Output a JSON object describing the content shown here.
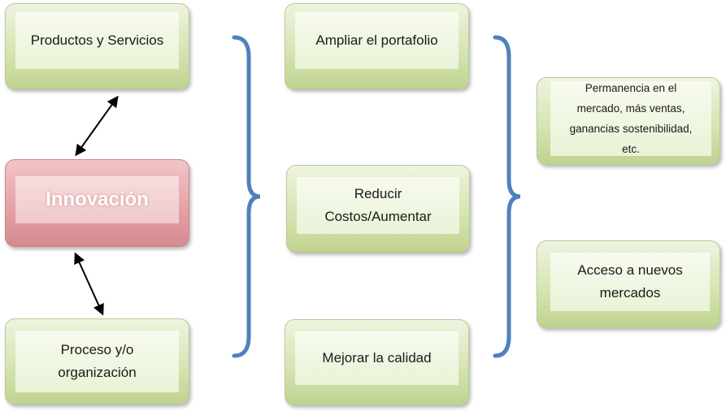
{
  "left_column": {
    "top": "Productos y Servicios",
    "center": "Innovación",
    "bottom_line1": "Proceso y/o",
    "bottom_line2": "organización"
  },
  "middle_column": {
    "item1": "Ampliar el portafolio",
    "item2_line1": "Reducir",
    "item2_line2": "Costos/Aumentar",
    "item3": "Mejorar la calidad"
  },
  "right_column": {
    "item1_line1": "Permanencia en el",
    "item1_line2": "mercado, más ventas,",
    "item1_line3": "ganancias sostenibilidad,",
    "item1_line4": "etc.",
    "item2_line1": "Acceso a nuevos",
    "item2_line2": "mercados"
  },
  "colors": {
    "green_box": "#d6e5b3",
    "red_box": "#e4a3a8",
    "brace": "#4f81bd",
    "arrow": "#000000"
  }
}
